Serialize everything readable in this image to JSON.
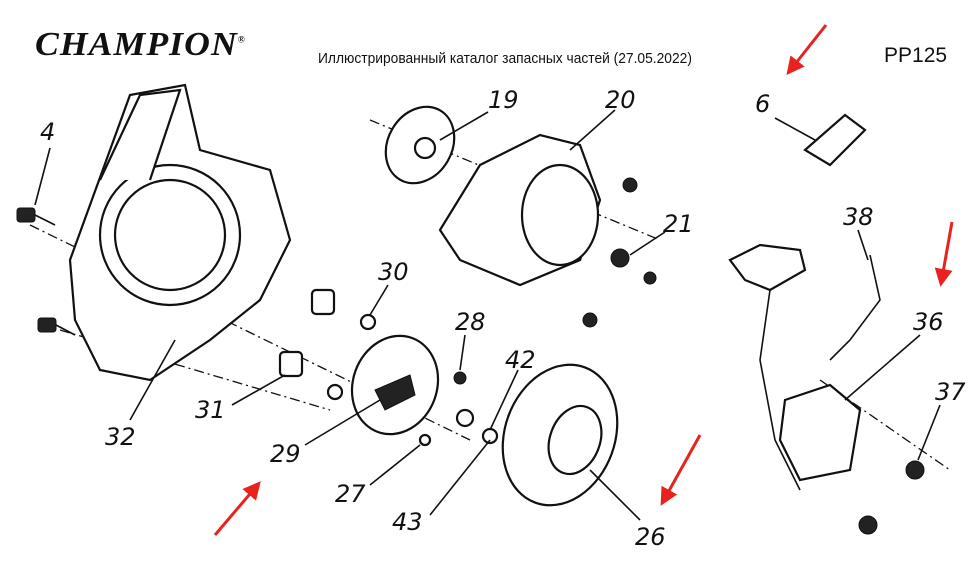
{
  "header": {
    "brand": "CHAMPION",
    "registered_mark": "®",
    "title": "Иллюстрированный каталог запасных частей (27.05.2022)",
    "model": "PP125"
  },
  "parts": [
    "4",
    "19",
    "20",
    "6",
    "38",
    "21",
    "30",
    "28",
    "36",
    "42",
    "37",
    "31",
    "32",
    "29",
    "27",
    "43",
    "26"
  ],
  "colors": {
    "arrow": "#e8231f",
    "line": "#111111"
  }
}
